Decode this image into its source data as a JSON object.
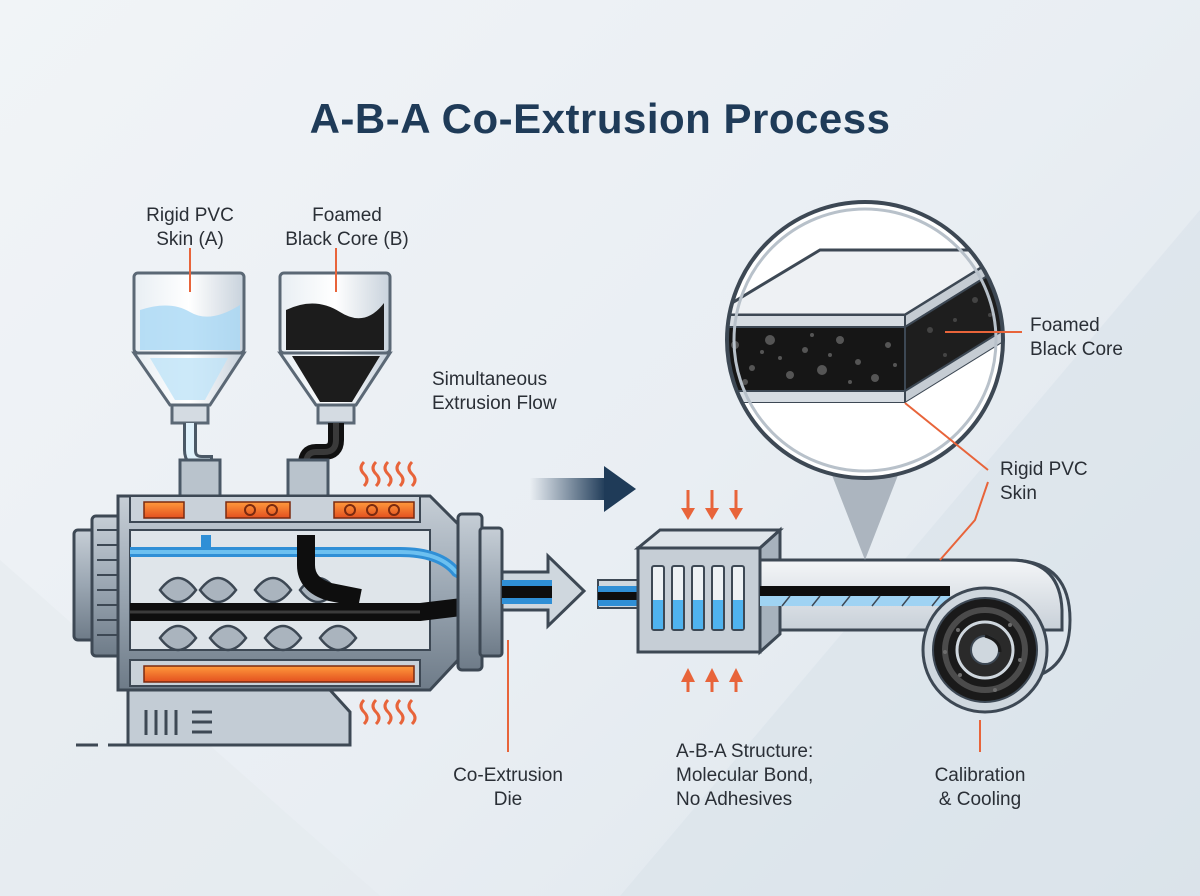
{
  "title": "A-B-A Co-Extrusion Process",
  "labels": {
    "hopper_a": [
      "Rigid PVC",
      "Skin (A)"
    ],
    "hopper_b": [
      "Foamed",
      "Black Core (B)"
    ],
    "flow": [
      "Simultaneous",
      "Extrusion Flow"
    ],
    "core": [
      "Foamed",
      "Black Core"
    ],
    "skin": [
      "Rigid PVC",
      "Skin"
    ],
    "die": [
      "Co-Extrusion",
      "Die"
    ],
    "structure": [
      "A-B-A Structure:",
      "Molecular Bond,",
      "No Adhesives"
    ],
    "cooling": [
      "Calibration",
      "& Cooling"
    ]
  },
  "colors": {
    "title": "#1f3b58",
    "accent": "#e8643a",
    "skin_blue": "#3a9ee0",
    "core_black": "#1a1a1a",
    "steel": "#8a96a3",
    "heater": "#f07a2e"
  }
}
